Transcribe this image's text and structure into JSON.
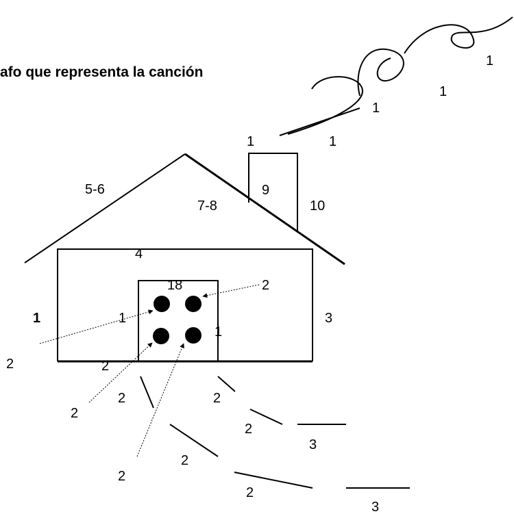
{
  "heading": "afo que representa la canción",
  "colors": {
    "ink": "#000000",
    "background": "#ffffff"
  },
  "labels": {
    "smoke_1a": "1",
    "smoke_1b": "1",
    "smoke_1c": "1",
    "smoke_1d": "1",
    "smoke_1e": "1",
    "roof_left": "5-6",
    "roof_right": "7-8",
    "chimney_inside": "9",
    "chimney_side": "10",
    "wall_top": "4",
    "window_top": "18",
    "left_wall": "1",
    "right_wall": "3",
    "window_left": "1",
    "window_right": "1",
    "arrow_upper_right": "2",
    "arrow_left": "2",
    "ground_left": "2",
    "path_2a": "2",
    "path_2b": "2",
    "path_2c": "2",
    "path_2d": "2",
    "path_2e": "2",
    "path_2f": "2",
    "path_2g": "2",
    "path_3a": "3",
    "path_3b": "3"
  }
}
